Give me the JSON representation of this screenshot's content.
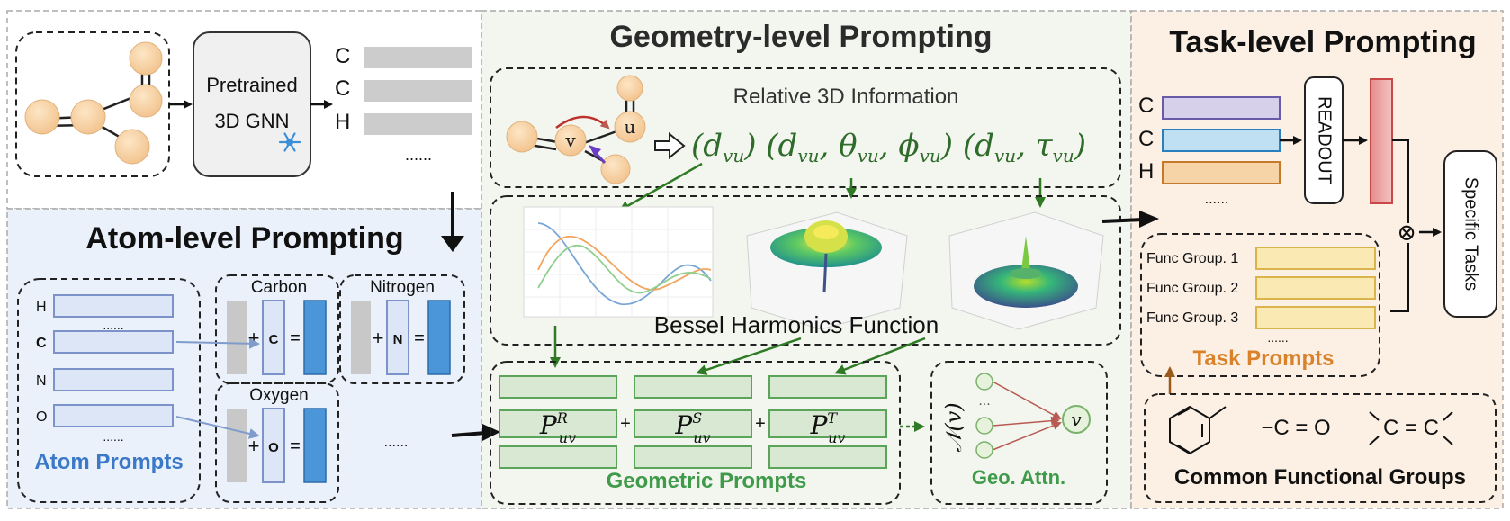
{
  "sections": {
    "geometry": "Geometry-level Prompting",
    "task": "Task-level Prompting",
    "atom": "Atom-level Prompting"
  },
  "pretrain": {
    "line1": "Pretrained",
    "line2": "3D GNN",
    "outputs": [
      "C",
      "C",
      "H"
    ],
    "ellipsis": "......"
  },
  "relative": {
    "title": "Relative 3D Information",
    "node_v": "v",
    "node_u": "u",
    "formula_terms": [
      "(d",
      "vu",
      ") (d",
      "vu",
      ", θ",
      "vu",
      ", ϕ",
      "vu",
      ") (d",
      "vu",
      ", τ",
      "vu",
      ")"
    ]
  },
  "bessel": {
    "label": "Bessel Harmonics Function"
  },
  "geometric_prompts": {
    "p_r": {
      "base": "P",
      "sup": "R",
      "sub": "uv"
    },
    "p_s": {
      "base": "P",
      "sup": "S",
      "sub": "uv"
    },
    "p_t": {
      "base": "P",
      "sup": "T",
      "sub": "uv"
    },
    "plus": "+",
    "label": "Geometric Prompts"
  },
  "geo_attn": {
    "neighborhood": "𝒩(v)",
    "target": "v",
    "dots": "...",
    "label": "Geo. Attn."
  },
  "atom_prompts": {
    "rows": [
      "H",
      "C",
      "N",
      "O"
    ],
    "ellipsis_top": "......",
    "ellipsis_bottom": "......",
    "label": "Atom Prompts",
    "carbon": {
      "title": "Carbon",
      "letter": "C"
    },
    "nitrogen": {
      "title": "Nitrogen",
      "letter": "N"
    },
    "oxygen": {
      "title": "Oxygen",
      "letter": "O"
    },
    "plus": "+",
    "equals": "=",
    "more": "......"
  },
  "task": {
    "atoms": [
      "C",
      "C",
      "H"
    ],
    "ellipsis": "......",
    "readout": "READOUT",
    "specific": "Specific Tasks",
    "otimes": "⊗",
    "func_groups": [
      "Func Group. 1",
      "Func Group. 2",
      "Func Group. 3"
    ],
    "func_ellipsis": "......",
    "prompts_label": "Task Prompts",
    "common_label": "Common Functional Groups",
    "fg_co": "−C = O",
    "fg_cc": "C = C"
  },
  "colors": {
    "geometry_bg": "#f3f6ef",
    "task_bg": "#fcefe3",
    "atom_bg": "#eaf1fb",
    "green": "#3f9b4a",
    "dark_green": "#2f6b2a",
    "blue_label": "#3a78c8",
    "orange_label": "#d9822b",
    "atom_ball": "#f7d3a6",
    "prompt_green": "#d8e8d2",
    "atom_box_fill": "#dde6f7",
    "atom_box_stroke": "#7b93c9",
    "atom_blue": "#4a96d9"
  }
}
